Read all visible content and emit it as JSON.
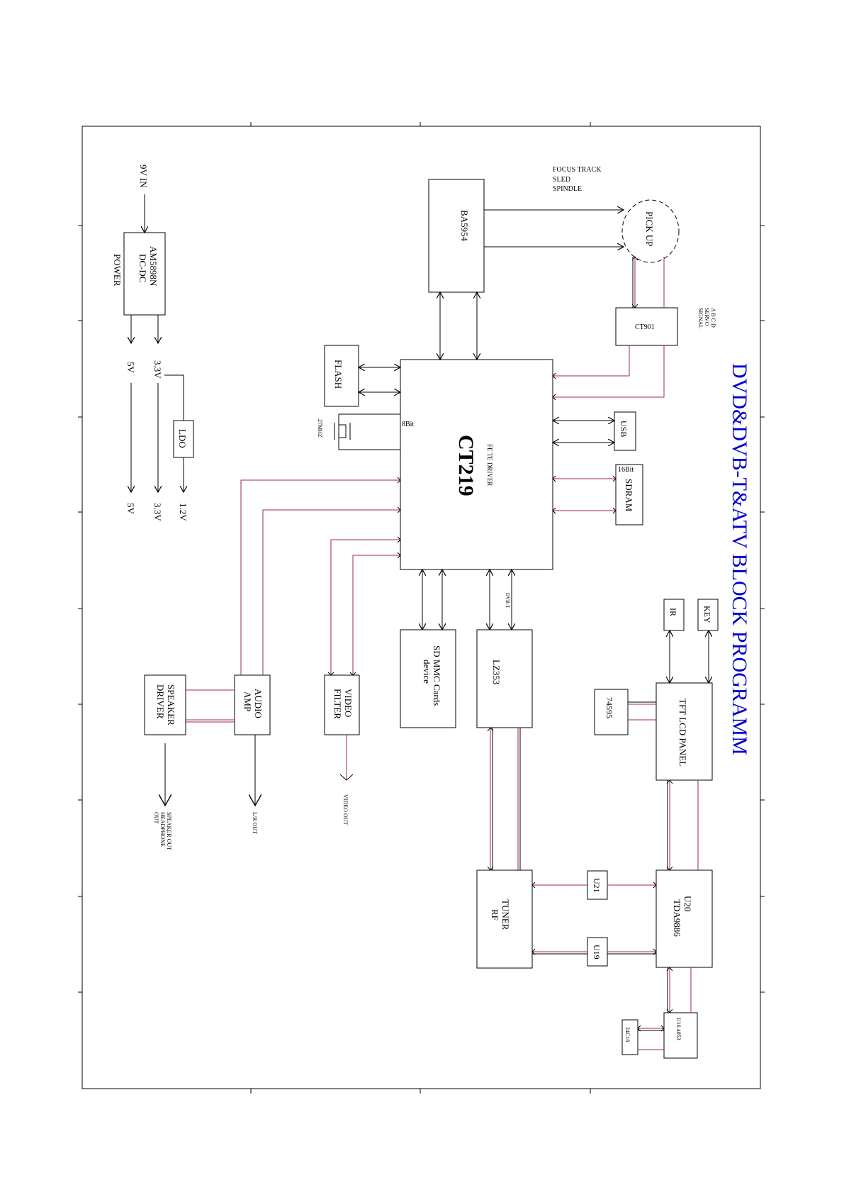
{
  "title": "DVD&DVB-T&ATV  BLOCK PROGRAMM",
  "colors": {
    "title": "#0000cc",
    "wire": "#a0284a",
    "line": "#000000"
  },
  "blocks": {
    "ct219": {
      "name": "CT219",
      "sub": "FE TE DRIVER",
      "bus8": "8Bit"
    },
    "ba5954": "BA5954",
    "pickup": "PICK UP",
    "ct901": "CT901",
    "abcd": [
      "A B C D",
      "SERVO",
      "SIGNAL"
    ],
    "focus": [
      "FOCUS TRACK",
      "SLED",
      "SPINDLE"
    ],
    "flash": "FLASH",
    "mhz": "27MHZ",
    "usb": "USB",
    "sdram": "SDRAM",
    "sdram_bus": "16Bit",
    "am5898": [
      "AM5898N",
      "DC-DC",
      "POWER"
    ],
    "vin": "9V IN",
    "v33": "3.3V",
    "v5": "5V",
    "v12": "1.2V",
    "ldo": "LDO",
    "lz353": "LZ353",
    "dvbt": "DVB-T",
    "sdmmc": [
      "SD MMC Cards",
      "device"
    ],
    "video_filter": [
      "VIDEO",
      "FILTER"
    ],
    "video_out": "VIDEO OUT",
    "audio_amp": [
      "AUDIO",
      "AMP"
    ],
    "lr_out": "L/R OUT",
    "speaker_driver": [
      "SPEAKER",
      "DRIVER"
    ],
    "speaker_out": [
      "SPEAKER  OUT",
      "HEADPHONE",
      "OUT"
    ],
    "ir": "IR",
    "key": "KEY",
    "tft": "TFT LCD PANEL",
    "ic74595": "74595",
    "tuner": [
      "TUNER",
      "RF"
    ],
    "u21": "U21",
    "u19": "U19",
    "u20": [
      "U20",
      "TDA9886"
    ],
    "u16": "U16  4053",
    "c24": "24C16"
  }
}
